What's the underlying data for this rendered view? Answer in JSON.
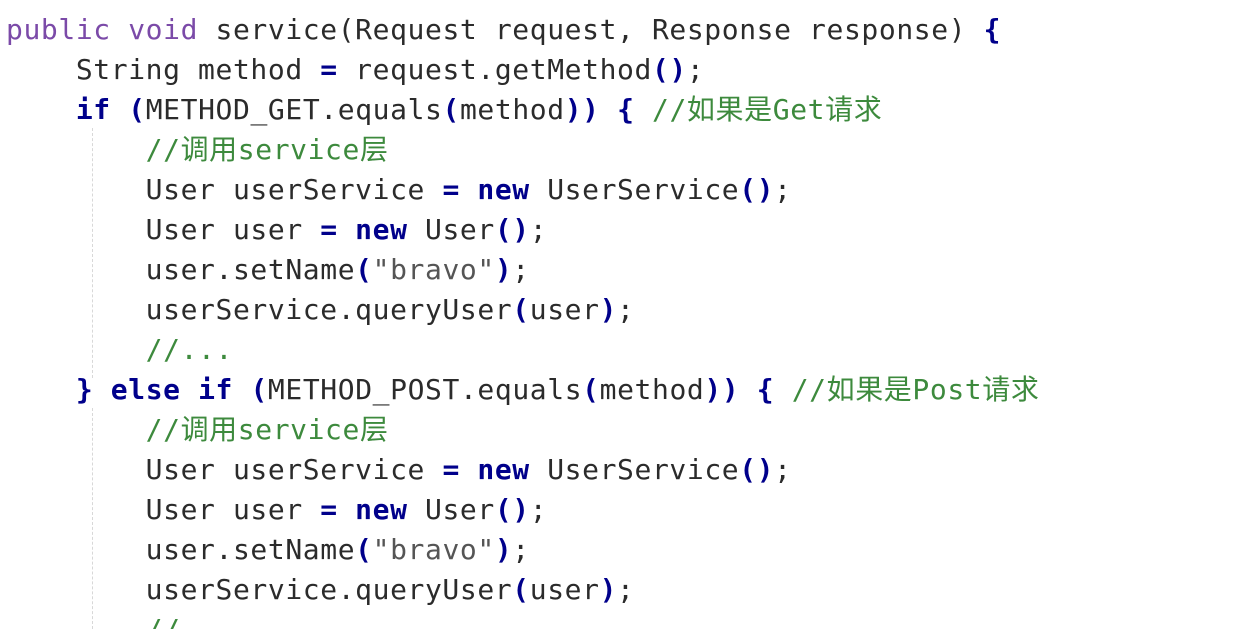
{
  "editor": {
    "lines": [
      {
        "tokens": [
          {
            "t": "public void",
            "c": "kw-light"
          },
          {
            "t": " service(Request request, Response response) ",
            "c": ""
          },
          {
            "t": "{",
            "c": "op"
          }
        ]
      },
      {
        "tokens": [
          {
            "t": "    String method ",
            "c": ""
          },
          {
            "t": "=",
            "c": "op"
          },
          {
            "t": " request.getMethod",
            "c": ""
          },
          {
            "t": "()",
            "c": "op"
          },
          {
            "t": ";",
            "c": ""
          }
        ]
      },
      {
        "tokens": [
          {
            "t": "    ",
            "c": ""
          },
          {
            "t": "if",
            "c": "kw"
          },
          {
            "t": " ",
            "c": ""
          },
          {
            "t": "(",
            "c": "op"
          },
          {
            "t": "METHOD_GET.equals",
            "c": ""
          },
          {
            "t": "(",
            "c": "op"
          },
          {
            "t": "method",
            "c": ""
          },
          {
            "t": "))",
            "c": "op"
          },
          {
            "t": " ",
            "c": ""
          },
          {
            "t": "{",
            "c": "op"
          },
          {
            "t": " //如果是Get请求",
            "c": "cm"
          }
        ]
      },
      {
        "tokens": [
          {
            "t": "        //调用service层",
            "c": "cm"
          }
        ]
      },
      {
        "tokens": [
          {
            "t": "        User userService ",
            "c": ""
          },
          {
            "t": "=",
            "c": "op"
          },
          {
            "t": " ",
            "c": ""
          },
          {
            "t": "new",
            "c": "kw"
          },
          {
            "t": " UserService",
            "c": ""
          },
          {
            "t": "()",
            "c": "op"
          },
          {
            "t": ";",
            "c": ""
          }
        ]
      },
      {
        "tokens": [
          {
            "t": "        User user ",
            "c": ""
          },
          {
            "t": "=",
            "c": "op"
          },
          {
            "t": " ",
            "c": ""
          },
          {
            "t": "new",
            "c": "kw"
          },
          {
            "t": " User",
            "c": ""
          },
          {
            "t": "()",
            "c": "op"
          },
          {
            "t": ";",
            "c": ""
          }
        ]
      },
      {
        "tokens": [
          {
            "t": "        user.setName",
            "c": ""
          },
          {
            "t": "(",
            "c": "op"
          },
          {
            "t": "\"bravo\"",
            "c": "str"
          },
          {
            "t": ")",
            "c": "op"
          },
          {
            "t": ";",
            "c": ""
          }
        ]
      },
      {
        "tokens": [
          {
            "t": "        userService.queryUser",
            "c": ""
          },
          {
            "t": "(",
            "c": "op"
          },
          {
            "t": "user",
            "c": ""
          },
          {
            "t": ")",
            "c": "op"
          },
          {
            "t": ";",
            "c": ""
          }
        ]
      },
      {
        "tokens": [
          {
            "t": "        //...",
            "c": "cm"
          }
        ]
      },
      {
        "tokens": [
          {
            "t": "    ",
            "c": ""
          },
          {
            "t": "}",
            "c": "op"
          },
          {
            "t": " ",
            "c": ""
          },
          {
            "t": "else if",
            "c": "kw"
          },
          {
            "t": " ",
            "c": ""
          },
          {
            "t": "(",
            "c": "op"
          },
          {
            "t": "METHOD_POST.equals",
            "c": ""
          },
          {
            "t": "(",
            "c": "op"
          },
          {
            "t": "method",
            "c": ""
          },
          {
            "t": "))",
            "c": "op"
          },
          {
            "t": " ",
            "c": ""
          },
          {
            "t": "{",
            "c": "op"
          },
          {
            "t": " //如果是Post请求",
            "c": "cm"
          }
        ]
      },
      {
        "tokens": [
          {
            "t": "        //调用service层",
            "c": "cm"
          }
        ]
      },
      {
        "tokens": [
          {
            "t": "        User userService ",
            "c": ""
          },
          {
            "t": "=",
            "c": "op"
          },
          {
            "t": " ",
            "c": ""
          },
          {
            "t": "new",
            "c": "kw"
          },
          {
            "t": " UserService",
            "c": ""
          },
          {
            "t": "()",
            "c": "op"
          },
          {
            "t": ";",
            "c": ""
          }
        ]
      },
      {
        "tokens": [
          {
            "t": "        User user ",
            "c": ""
          },
          {
            "t": "=",
            "c": "op"
          },
          {
            "t": " ",
            "c": ""
          },
          {
            "t": "new",
            "c": "kw"
          },
          {
            "t": " User",
            "c": ""
          },
          {
            "t": "()",
            "c": "op"
          },
          {
            "t": ";",
            "c": ""
          }
        ]
      },
      {
        "tokens": [
          {
            "t": "        user.setName",
            "c": ""
          },
          {
            "t": "(",
            "c": "op"
          },
          {
            "t": "\"bravo\"",
            "c": "str"
          },
          {
            "t": ")",
            "c": "op"
          },
          {
            "t": ";",
            "c": ""
          }
        ]
      },
      {
        "tokens": [
          {
            "t": "        userService.queryUser",
            "c": ""
          },
          {
            "t": "(",
            "c": "op"
          },
          {
            "t": "user",
            "c": ""
          },
          {
            "t": ")",
            "c": "op"
          },
          {
            "t": ";",
            "c": ""
          }
        ]
      },
      {
        "tokens": [
          {
            "t": "        //",
            "c": "cm"
          }
        ]
      }
    ]
  }
}
